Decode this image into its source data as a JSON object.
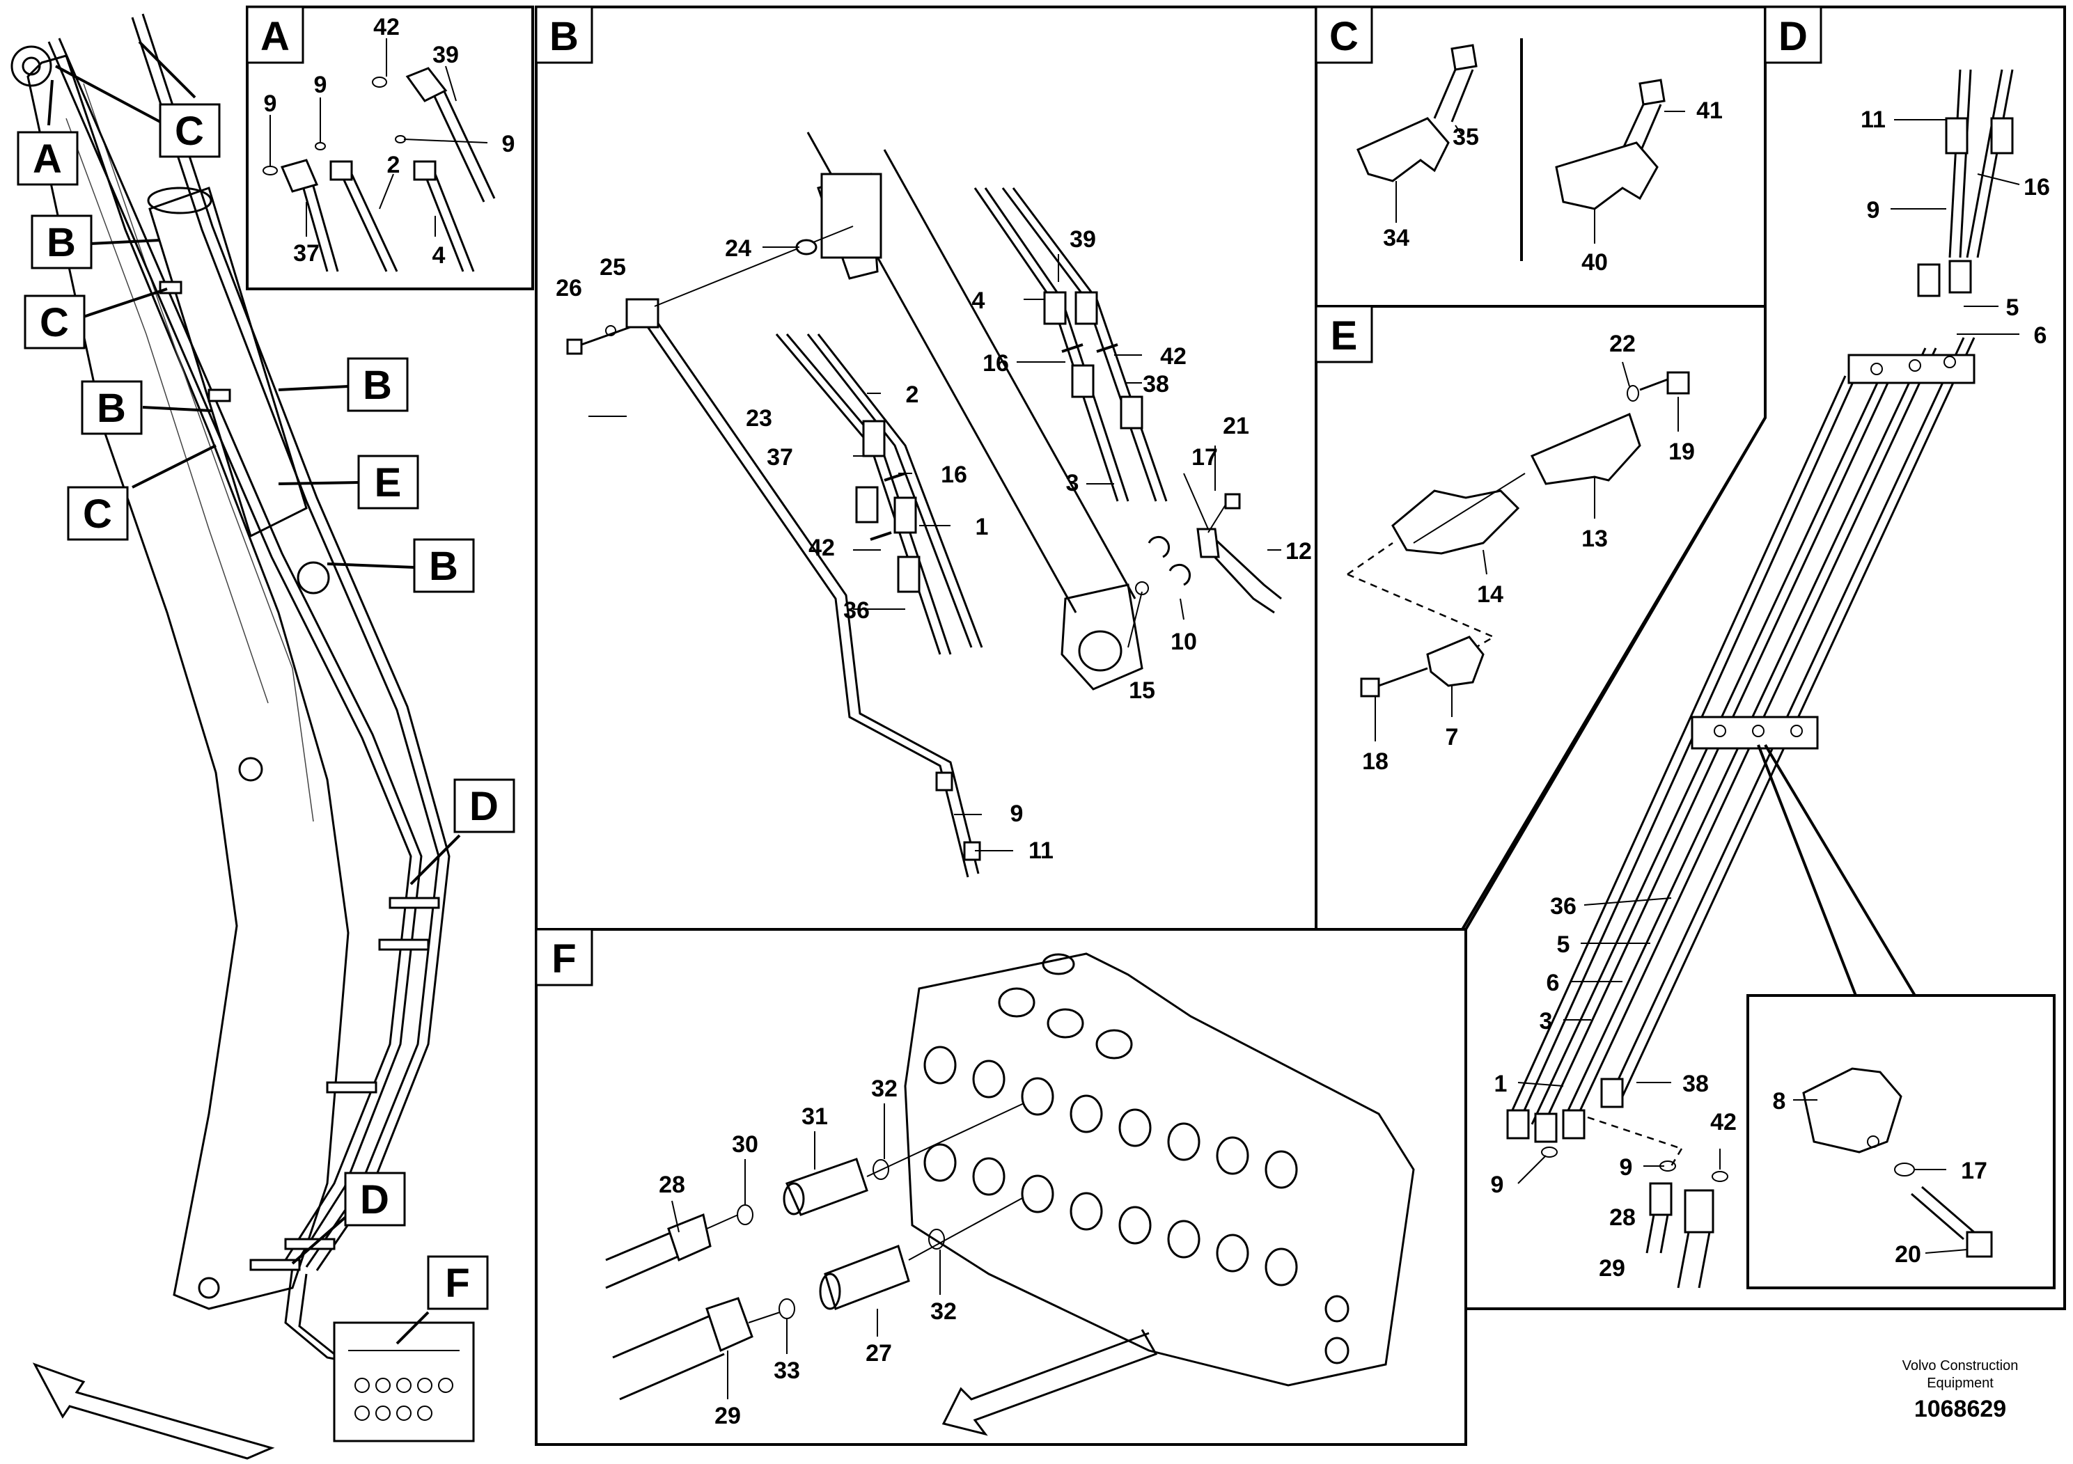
{
  "panels": {
    "A": {
      "letter": "A",
      "labels": {
        "l42": "42",
        "l39": "39",
        "l9a": "9",
        "l9b": "9",
        "l9c": "9",
        "l2": "2",
        "l37": "37",
        "l4": "4"
      }
    },
    "B": {
      "letter": "B",
      "labels": {
        "l26": "26",
        "l25": "25",
        "l24": "24",
        "l23": "23",
        "l2": "2",
        "l37": "37",
        "l16a": "16",
        "l42a": "42",
        "l1": "1",
        "l36": "36",
        "l39": "39",
        "l4": "4",
        "l16b": "16",
        "l42b": "42",
        "l38": "38",
        "l3": "3",
        "l21": "21",
        "l17": "17",
        "l12": "12",
        "l10": "10",
        "l15": "15",
        "l9": "9",
        "l11": "11"
      }
    },
    "C": {
      "letter": "C",
      "labels": {
        "l35": "35",
        "l34": "34",
        "l41": "41",
        "l40": "40"
      }
    },
    "D": {
      "letter": "D",
      "labels": {
        "l11": "11",
        "l16": "16",
        "l9a": "9",
        "l5a": "5",
        "l6a": "6",
        "l36": "36",
        "l5b": "5",
        "l6b": "6",
        "l3": "3",
        "l1": "1",
        "l38": "38",
        "l42": "42",
        "l9b": "9",
        "l9c": "9",
        "l28": "28",
        "l29": "29",
        "l8": "8",
        "l17": "17",
        "l20": "20"
      }
    },
    "E": {
      "letter": "E",
      "labels": {
        "l22": "22",
        "l19": "19",
        "l13": "13",
        "l14": "14",
        "l7": "7",
        "l18": "18"
      }
    },
    "F": {
      "letter": "F",
      "labels": {
        "l31": "31",
        "l32a": "32",
        "l30": "30",
        "l28": "28",
        "l32b": "32",
        "l27": "27",
        "l33": "33",
        "l29": "29"
      }
    }
  },
  "overview": {
    "callouts": {
      "A": "A",
      "C1": "C",
      "B1": "B",
      "C2": "C",
      "B2": "B",
      "B3": "B",
      "C3": "C",
      "E": "E",
      "B4": "B",
      "D1": "D",
      "D2": "D",
      "F": "F"
    }
  },
  "footer": {
    "credit_line1": "Volvo Construction",
    "credit_line2": "Equipment",
    "doc_number": "1068629"
  }
}
